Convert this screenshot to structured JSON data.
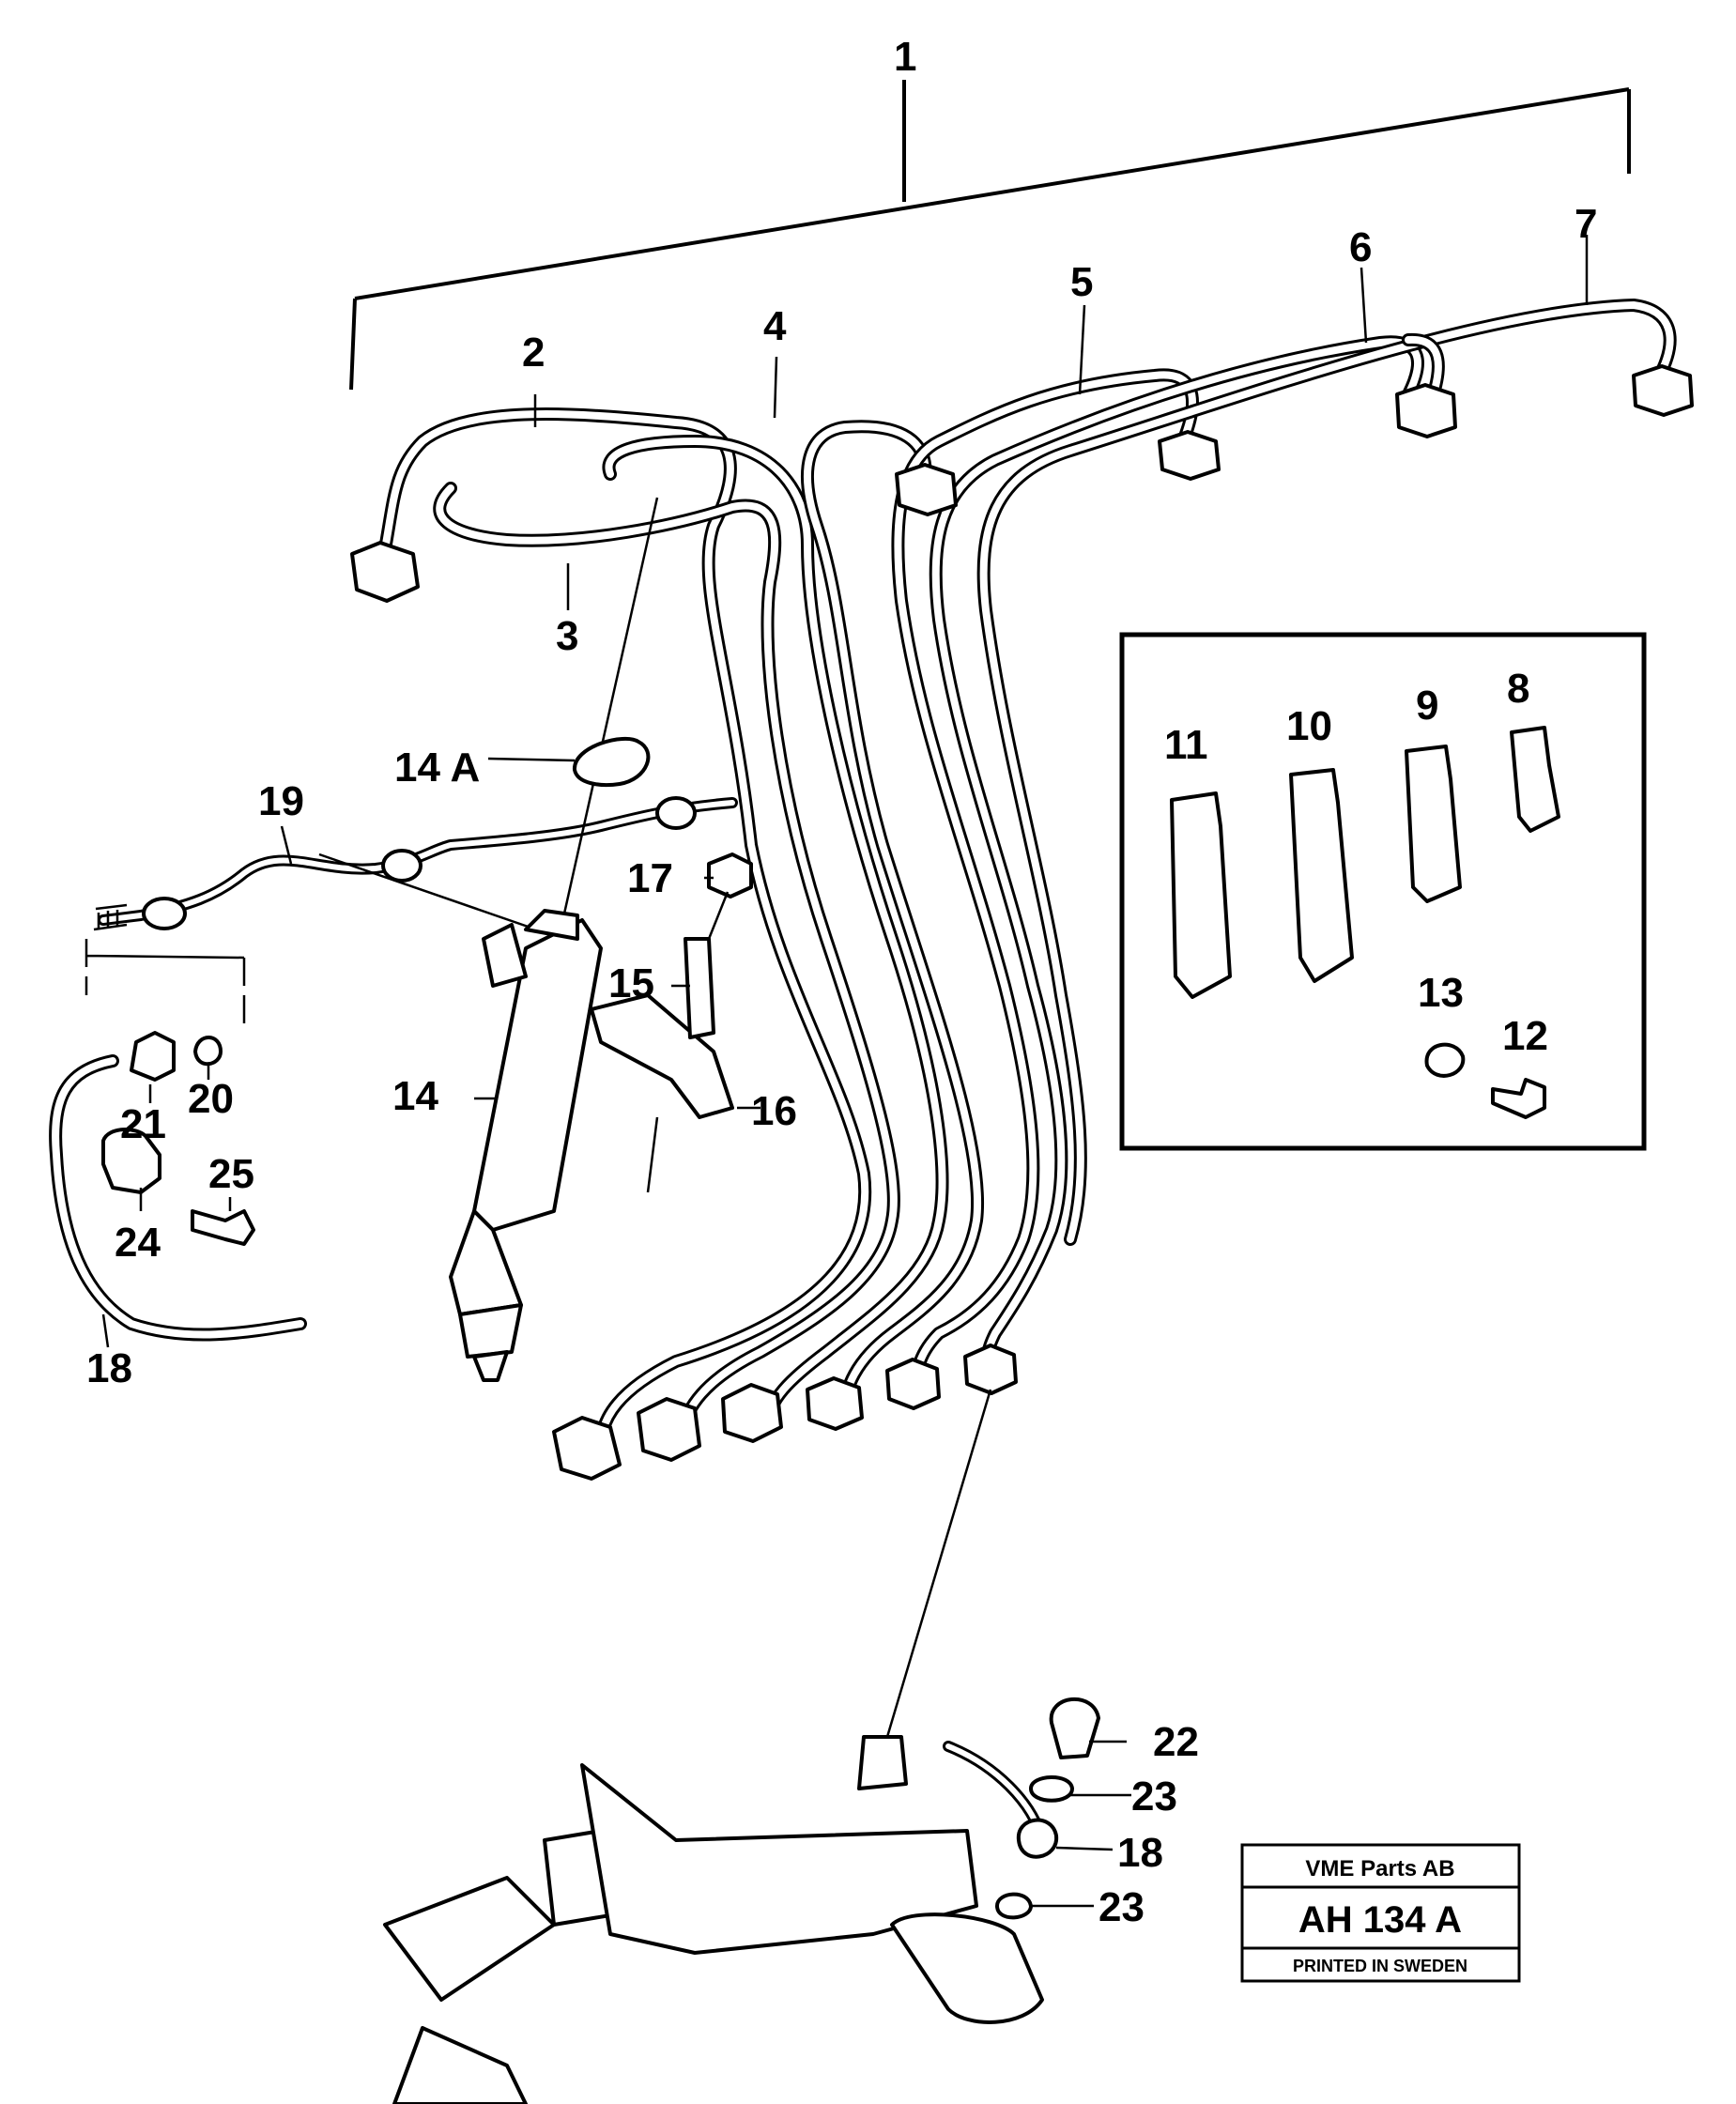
{
  "callouts": {
    "c1": "1",
    "c2": "2",
    "c3": "3",
    "c4": "4",
    "c5": "5",
    "c6": "6",
    "c7": "7",
    "c8": "8",
    "c9": "9",
    "c10": "10",
    "c11": "11",
    "c12": "12",
    "c13": "13",
    "c14": "14",
    "c14a": "14 A",
    "c15": "15",
    "c16": "16",
    "c17": "17",
    "c18a": "18",
    "c18b": "18",
    "c19": "19",
    "c20": "20",
    "c21": "21",
    "c22": "22",
    "c23a": "23",
    "c23b": "23",
    "c24": "24",
    "c25": "25"
  },
  "title_block": {
    "company": "VME Parts AB",
    "drawing_number": "AH 134 A",
    "printed": "PRINTED IN SWEDEN"
  }
}
